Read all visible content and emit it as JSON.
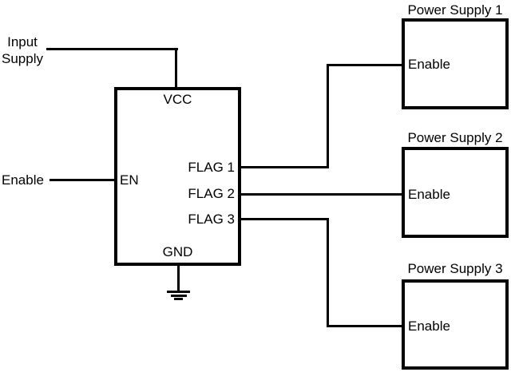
{
  "canvas": {
    "background_color": "#ffffff",
    "line_color": "#000000",
    "text_color": "#000000"
  },
  "source_labels": {
    "input_supply_line1": "Input",
    "input_supply_line2": "Supply",
    "enable": "Enable"
  },
  "ic": {
    "pins": {
      "vcc": "VCC",
      "en": "EN",
      "flag1": "FLAG 1",
      "flag2": "FLAG 2",
      "flag3": "FLAG 3",
      "gnd": "GND"
    }
  },
  "power_supplies": [
    {
      "title": "Power Supply 1",
      "enable_label": "Enable"
    },
    {
      "title": "Power Supply 2",
      "enable_label": "Enable"
    },
    {
      "title": "Power Supply 3",
      "enable_label": "Enable"
    }
  ],
  "icons": {
    "ground": "ground-symbol"
  }
}
